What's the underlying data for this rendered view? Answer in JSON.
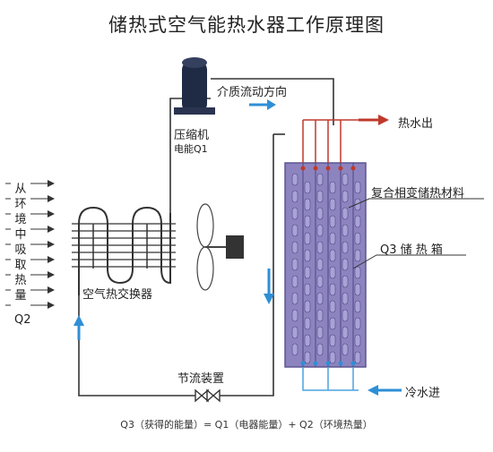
{
  "title": "储热式空气能热水器工作原理图",
  "labels": {
    "medium_flow": "介质流动方向",
    "compressor": "压缩机",
    "electric_energy": "电能Q1",
    "hot_water_out": "热水出",
    "composite_material": "复合相变储热材料",
    "storage_tank": "Q3 储 热 箱",
    "heat_exchanger": "空气热交换器",
    "throttle": "节流装置",
    "cold_water_in": "冷水进",
    "q2": "Q2"
  },
  "env_chars": [
    "从",
    "环",
    "境",
    "中",
    "吸",
    "取",
    "热",
    "量"
  ],
  "formula": "Q3（获得的能量）= Q1（电器能量）+ Q2（环境热量）",
  "colors": {
    "pipe": "#333333",
    "flow_arrow": "#2e8fd6",
    "hot_pipe": "#c0392b",
    "cold_pipe": "#4aa3df",
    "tank_fill": "#8d84bf",
    "tank_slot": "#a9a2d6",
    "compressor": "#1f2a44",
    "hot_arrow": "#c0392b",
    "cold_arrow": "#2e8fd6"
  }
}
